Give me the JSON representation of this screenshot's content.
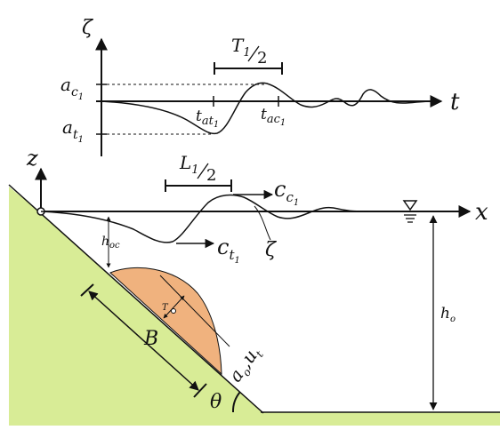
{
  "colors": {
    "slope_fill": "#d8ec96",
    "slide_fill": "#f0b27e",
    "ink": "#111111",
    "background": "#ffffff"
  },
  "time_series": {
    "vertical_axis_label": "ζ",
    "horizontal_axis_label": "t",
    "crest_amplitude_main": "a",
    "crest_amplitude_sub": "c",
    "crest_amplitude_subsub": "1",
    "trough_amplitude_main": "a",
    "trough_amplitude_sub": "t",
    "trough_amplitude_subsub": "1",
    "half_period_main": "T",
    "half_period_sub": "1",
    "half_period_den": "2",
    "trough_time_main": "t",
    "trough_time_sub": "at",
    "trough_time_subsub": "1",
    "crest_time_main": "t",
    "crest_time_sub": "ac",
    "crest_time_subsub": "1"
  },
  "spatial_profile": {
    "vertical_axis_label": "z",
    "horizontal_axis_label": "x",
    "half_wavelength_main": "L",
    "half_wavelength_sub": "1",
    "half_wavelength_den": "2",
    "crest_celerity_main": "c",
    "crest_celerity_sub": "c",
    "crest_celerity_subsub": "1",
    "trough_celerity_main": "c",
    "trough_celerity_sub": "t",
    "trough_celerity_subsub": "1",
    "surface_label": "ζ",
    "submergence_main": "h",
    "submergence_sub": "oc",
    "depth_main": "h",
    "depth_sub": "o",
    "slide_length": "B",
    "slide_thickness": "T",
    "slope_angle": "θ",
    "slide_velocity": "a",
    "slide_velocity_sub": "o",
    "slide_velocity_comma": ",",
    "slide_velocity_u": "u",
    "slide_velocity_u_sub": "t",
    "still_water_symbol": "triangle-water-level-icon"
  }
}
